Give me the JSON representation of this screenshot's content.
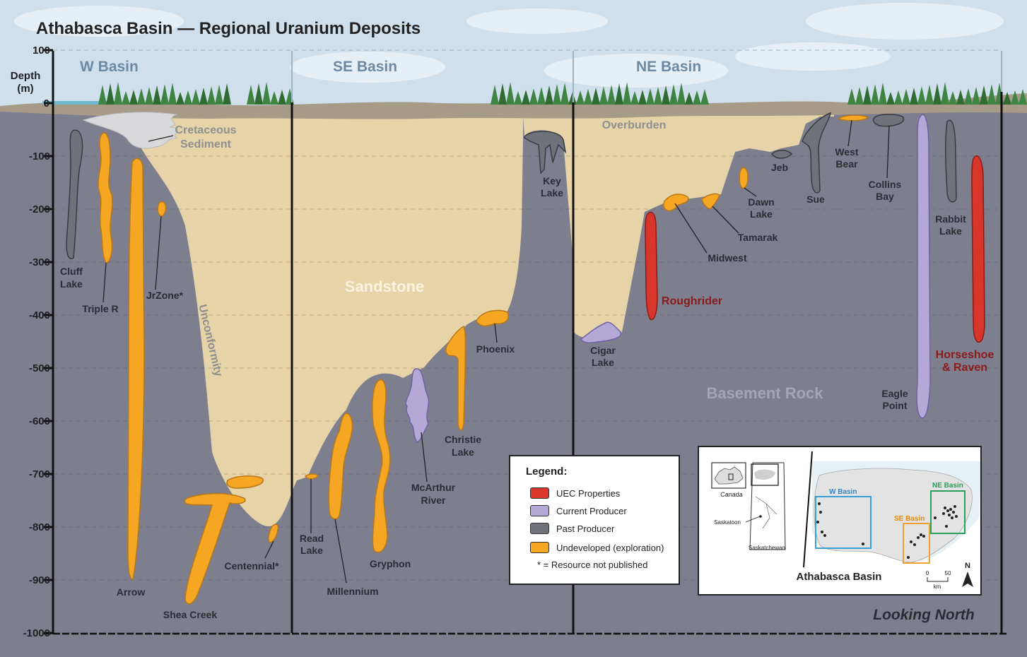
{
  "title": "Athabasca Basin — Regional Uranium Deposits",
  "depth_axis": {
    "label_line1": "Depth",
    "label_line2": "(m)",
    "ticks": [
      "100",
      "0",
      "-100",
      "-200",
      "-300",
      "-400",
      "-500",
      "-600",
      "-700",
      "-800",
      "-900",
      "-1000"
    ]
  },
  "basins": {
    "w": "W Basin",
    "se": "SE Basin",
    "ne": "NE Basin"
  },
  "layers": {
    "cretaceous_line1": "Cretaceous",
    "cretaceous_line2": "Sediment",
    "overburden": "Overburden",
    "sandstone": "Sandstone",
    "basement": "Basement Rock",
    "unconformity": "Unconformity"
  },
  "deposits": {
    "cluff_1": "Cluff",
    "cluff_2": "Lake",
    "triple_r": "Triple R",
    "jrzone": "JrZone*",
    "arrow": "Arrow",
    "shea_creek": "Shea Creek",
    "centennial": "Centennial*",
    "read_1": "Read",
    "read_2": "Lake",
    "millennium": "Millennium",
    "gryphon": "Gryphon",
    "mcarthur_1": "McArthur",
    "mcarthur_2": "River",
    "christie_1": "Christie",
    "christie_2": "Lake",
    "phoenix": "Phoenix",
    "key_1": "Key",
    "key_2": "Lake",
    "cigar_1": "Cigar",
    "cigar_2": "Lake",
    "roughrider": "Roughrider",
    "midwest": "Midwest",
    "tamarak": "Tamarak",
    "dawn_1": "Dawn",
    "dawn_2": "Lake",
    "jeb": "Jeb",
    "sue": "Sue",
    "west_bear_1": "West",
    "west_bear_2": "Bear",
    "collins_1": "Collins",
    "collins_2": "Bay",
    "rabbit_1": "Rabbit",
    "rabbit_2": "Lake",
    "eagle_1": "Eagle",
    "eagle_2": "Point",
    "horseshoe_1": "Horseshoe",
    "horseshoe_2": "& Raven"
  },
  "legend": {
    "title": "Legend:",
    "items": [
      {
        "label": "UEC Properties",
        "color": "#d9362b"
      },
      {
        "label": "Current Producer",
        "color": "#b3a8d6"
      },
      {
        "label": "Past Producer",
        "color": "#707279"
      },
      {
        "label": "Undeveloped (exploration)",
        "color": "#f5a623"
      }
    ],
    "note": "* = Resource not published"
  },
  "inset_map": {
    "canada": "Canada",
    "saskatoon": "Saskatoon",
    "saskatchewan": "Saskatchewan",
    "w_basin": "W Basin",
    "se_basin": "SE Basin",
    "ne_basin": "NE Basin",
    "title": "Athabasca Basin",
    "scale_0": "0",
    "scale_50": "50",
    "scale_unit": "km",
    "north": "N"
  },
  "view_label": "Looking North",
  "colors": {
    "sky": "#cfe0ec",
    "sandstone": "#e6d4a8",
    "basement": "#7d7f8e",
    "overburden": "#a69b86",
    "uec": "#d9362b",
    "current": "#b3a8d6",
    "past": "#707279",
    "undeveloped": "#f5a623",
    "uec_text": "#8b1a1a"
  }
}
